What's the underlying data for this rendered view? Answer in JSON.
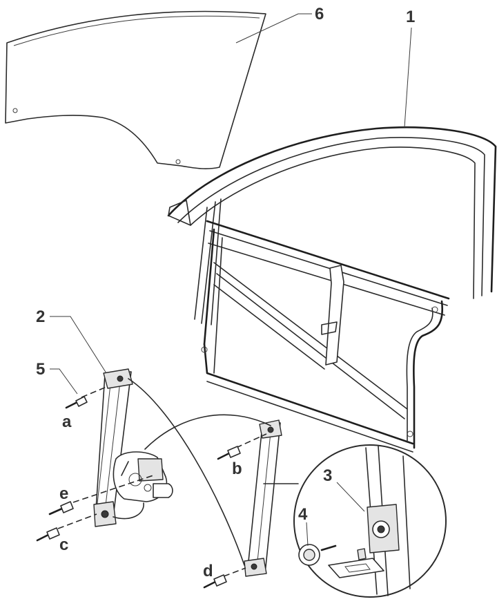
{
  "diagram": {
    "callouts": {
      "window_glass": "6",
      "door_frame": "1",
      "window_regulator": "2",
      "bolt_5": "5",
      "clip_3": "3",
      "nut_4": "4"
    },
    "fastener_letters": {
      "a": "a",
      "b": "b",
      "c": "c",
      "d": "d",
      "e": "e"
    }
  }
}
